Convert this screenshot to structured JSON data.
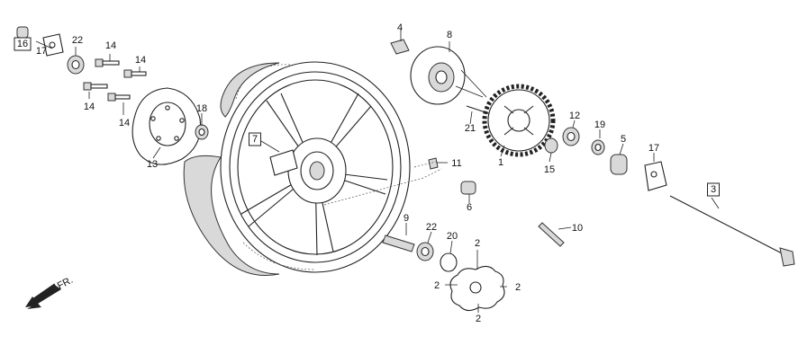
{
  "diagram": {
    "callouts": [
      {
        "id": "c16a",
        "text": "16",
        "boxed": true
      },
      {
        "id": "c17a",
        "text": "17",
        "boxed": false
      },
      {
        "id": "c22a",
        "text": "22",
        "boxed": false
      },
      {
        "id": "c14a",
        "text": "14",
        "boxed": false
      },
      {
        "id": "c14b",
        "text": "14",
        "boxed": false
      },
      {
        "id": "c14c",
        "text": "14",
        "boxed": false
      },
      {
        "id": "c14d",
        "text": "14",
        "boxed": false
      },
      {
        "id": "c18",
        "text": "18",
        "boxed": false
      },
      {
        "id": "c13",
        "text": "13",
        "boxed": false
      },
      {
        "id": "c7",
        "text": "7",
        "boxed": true
      },
      {
        "id": "c4",
        "text": "4",
        "boxed": false
      },
      {
        "id": "c8",
        "text": "8",
        "boxed": false
      },
      {
        "id": "c21",
        "text": "21",
        "boxed": false
      },
      {
        "id": "c1",
        "text": "1",
        "boxed": false
      },
      {
        "id": "c12",
        "text": "12",
        "boxed": false
      },
      {
        "id": "c19",
        "text": "19",
        "boxed": false
      },
      {
        "id": "c5",
        "text": "5",
        "boxed": false
      },
      {
        "id": "c17b",
        "text": "17",
        "boxed": false
      },
      {
        "id": "c15",
        "text": "15",
        "boxed": false
      },
      {
        "id": "c11",
        "text": "11",
        "boxed": false
      },
      {
        "id": "c6",
        "text": "6",
        "boxed": false
      },
      {
        "id": "c3",
        "text": "3",
        "boxed": true
      },
      {
        "id": "c9",
        "text": "9",
        "boxed": false
      },
      {
        "id": "c22b",
        "text": "22",
        "boxed": false
      },
      {
        "id": "c20",
        "text": "20",
        "boxed": false
      },
      {
        "id": "c10",
        "text": "10",
        "boxed": false
      },
      {
        "id": "c2a",
        "text": "2",
        "boxed": false
      },
      {
        "id": "c2b",
        "text": "2",
        "boxed": false
      },
      {
        "id": "c2c",
        "text": "2",
        "boxed": false
      },
      {
        "id": "c2d",
        "text": "2",
        "boxed": false
      }
    ],
    "direction_label": "FR.",
    "icons": {
      "direction": "arrow-down-left-icon"
    }
  }
}
